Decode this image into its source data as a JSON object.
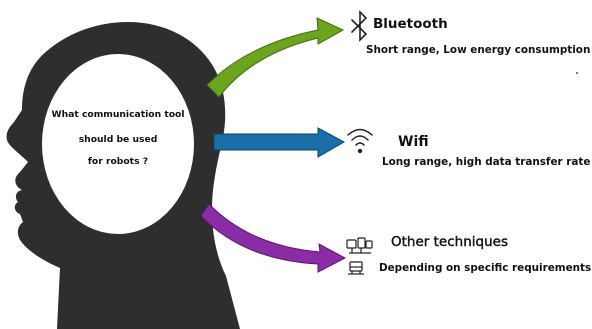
{
  "center": {
    "question_lines": [
      "What communication tool",
      "should be used",
      "for robots ?"
    ]
  },
  "tools": [
    {
      "name": "Bluetooth",
      "description": "Short range, Low energy consumption",
      "icon": "bluetooth-icon",
      "arrow_color": "#6aa51d"
    },
    {
      "name": "Wifi",
      "description": "Long range, high data transfer rate",
      "icon": "wifi-icon",
      "arrow_color": "#1a6fa8"
    },
    {
      "name": "Other techniques",
      "description": "Depending on specific requirements",
      "icon": "devices-icon",
      "arrow_color": "#8a2ca6"
    }
  ],
  "colors": {
    "head": "#2e2e2e",
    "background": "#ffffff"
  }
}
